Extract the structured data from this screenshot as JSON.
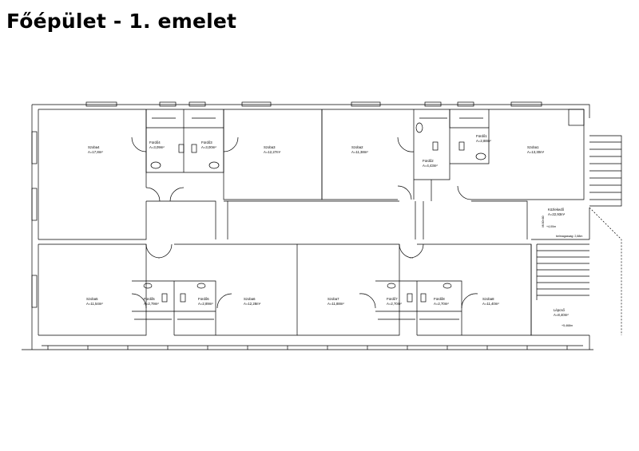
{
  "title": "Főépület - 1. emelet",
  "rooms": [
    {
      "name": "Szoba4",
      "area": "A=17,8m²"
    },
    {
      "name": "Fürdő4",
      "area": "A=3,09m²"
    },
    {
      "name": "Fürdő3",
      "area": "A=3,00m²"
    },
    {
      "name": "Szoba3",
      "area": "A=12,27m²"
    },
    {
      "name": "Szoba2",
      "area": "A=11,38m²"
    },
    {
      "name": "Fürdő2",
      "area": "A=4,43m²"
    },
    {
      "name": "Fürdő1",
      "area": "A=2,88m²"
    },
    {
      "name": "Szoba1",
      "area": "A=13,30m²"
    },
    {
      "name": "Szoba5",
      "area": "A=11,54m²"
    },
    {
      "name": "Fürdő5",
      "area": "A=2,79m²"
    },
    {
      "name": "Fürdő6",
      "area": "A=2,89m²"
    },
    {
      "name": "Szoba6",
      "area": "A=12,28m²"
    },
    {
      "name": "Szoba7",
      "area": "A=11,88m²"
    },
    {
      "name": "Fürdő7",
      "area": "A=2,70m²"
    },
    {
      "name": "Fürdő8",
      "area": "A=2,70m²"
    },
    {
      "name": "Szoba8",
      "area": "A=11,40m²"
    },
    {
      "name": "Közlekedő",
      "area": "A=22,93m²"
    },
    {
      "name": "Lépcső",
      "area": "A=8,40m²"
    }
  ],
  "annotations": {
    "level_upper": "+4,00m",
    "level_lower": "+5,468m",
    "ceiling_height": "belmagasság: 2,88m",
    "stair_label": "lift 80×80"
  }
}
